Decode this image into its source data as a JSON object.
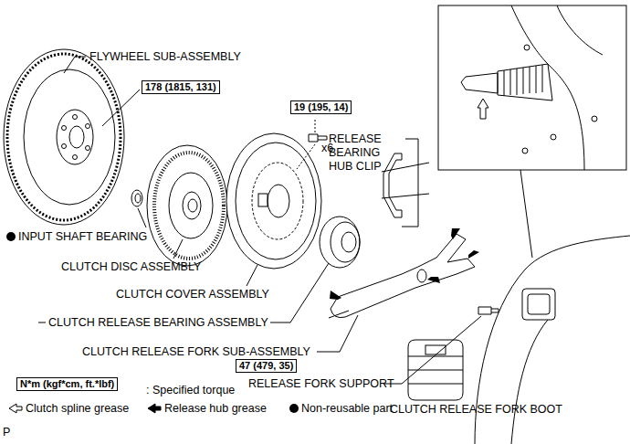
{
  "diagram": {
    "nodes": [
      {
        "text": [
          "178 (1815, 131)"
        ]
      },
      {
        "text": [
          "19 (195, 14)"
        ]
      },
      {
        "text": [
          "47 (479, 35)"
        ]
      },
      {
        "text": [
          "N*m (kgf*cm, ft.*lbf)"
        ]
      }
    ],
    "labels": [
      "FLYWHEEL SUB-ASSEMBLY",
      "x6",
      "RELEASE BEARING HUB CLIP",
      "INPUT SHAFT BEARING",
      "CLUTCH DISC ASSEMBLY",
      "CLUTCH COVER ASSEMBLY",
      "CLUTCH RELEASE BEARING ASSEMBLY",
      "CLUTCH RELEASE FORK SUB-ASSEMBLY",
      "RELEASE FORK SUPPORT",
      ": Specified torque",
      "CLUTCH RELEASE FORK BOOT",
      "P"
    ],
    "legend": [
      {
        "text": "Clutch spline grease"
      },
      {
        "text": "Release hub grease"
      },
      {
        "text": "Non-reusable part"
      }
    ]
  }
}
